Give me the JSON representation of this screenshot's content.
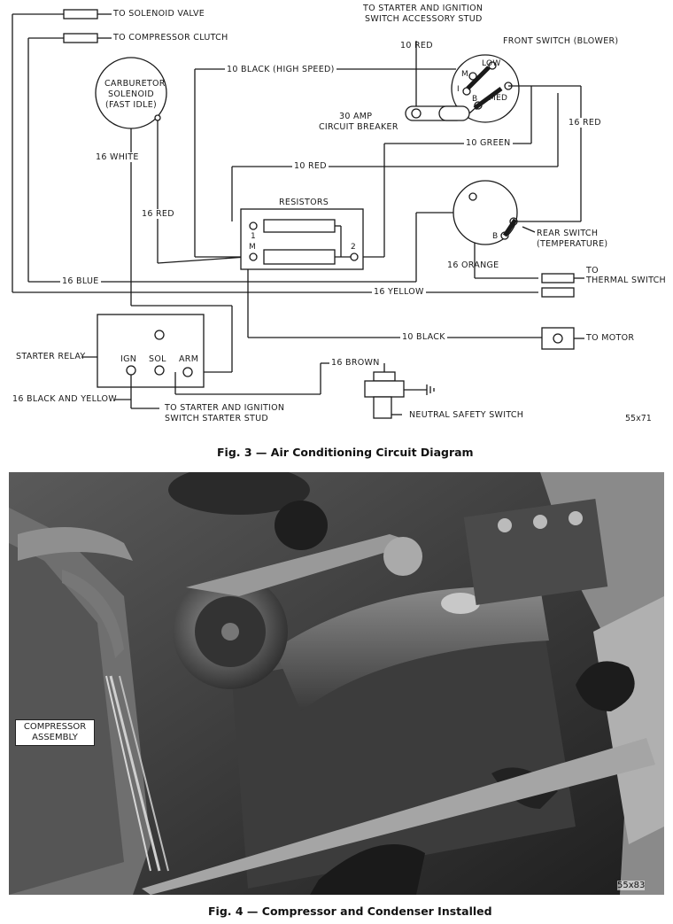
{
  "figure3": {
    "caption": "Fig. 3 — Air Conditioning Circuit Diagram",
    "code": "55x71",
    "labels": {
      "solenoid_valve": "TO SOLENOID VALVE",
      "compressor_clutch": "TO COMPRESSOR CLUTCH",
      "starter_ignition_accessory_1": "TO STARTER AND IGNITION",
      "starter_ignition_accessory_2": "SWITCH ACCESSORY STUD",
      "ten_red_top": "10 RED",
      "front_switch": "FRONT SWITCH (BLOWER)",
      "carb_1": "CARBURETOR",
      "carb_2": "SOLENOID",
      "carb_3": "(FAST IDLE)",
      "ten_black_high": "10 BLACK (HIGH SPEED)",
      "breaker_1": "30 AMP",
      "breaker_2": "CIRCUIT BREAKER",
      "sixteen_red_right": "16 RED",
      "ten_green": "10 GREEN",
      "sixteen_white": "16 WHITE",
      "ten_red_mid": "10 RED",
      "resistors": "RESISTORS",
      "sixteen_red_left": "16 RED",
      "rear_switch_1": "REAR SWITCH",
      "rear_switch_2": "(TEMPERATURE)",
      "sixteen_orange": "16 ORANGE",
      "to": "TO",
      "thermal_switch": "THERMAL SWITCH",
      "sixteen_blue": "16 BLUE",
      "sixteen_yellow": "16 YELLOW",
      "ten_black": "10 BLACK",
      "to_motor": "TO MOTOR",
      "starter_relay": "STARTER RELAY",
      "ign": "IGN",
      "sol": "SOL",
      "arm": "ARM",
      "sixteen_brown": "16 BROWN",
      "black_yellow": "16 BLACK AND YELLOW",
      "starter_stud_1": "TO STARTER AND IGNITION",
      "starter_stud_2": "SWITCH STARTER STUD",
      "neutral_safety": "NEUTRAL SAFETY SWITCH",
      "sw_m": "M",
      "sw_low": "LOW",
      "sw_i": "I",
      "sw_b": "B",
      "sw_med": "MED",
      "rear_b": "B",
      "res_1": "1",
      "res_m": "M",
      "res_2": "2"
    }
  },
  "figure4": {
    "caption": "Fig. 4 — Compressor and Condenser Installed",
    "code": "55x83",
    "callout_line1": "COMPRESSOR",
    "callout_line2": "ASSEMBLY"
  }
}
